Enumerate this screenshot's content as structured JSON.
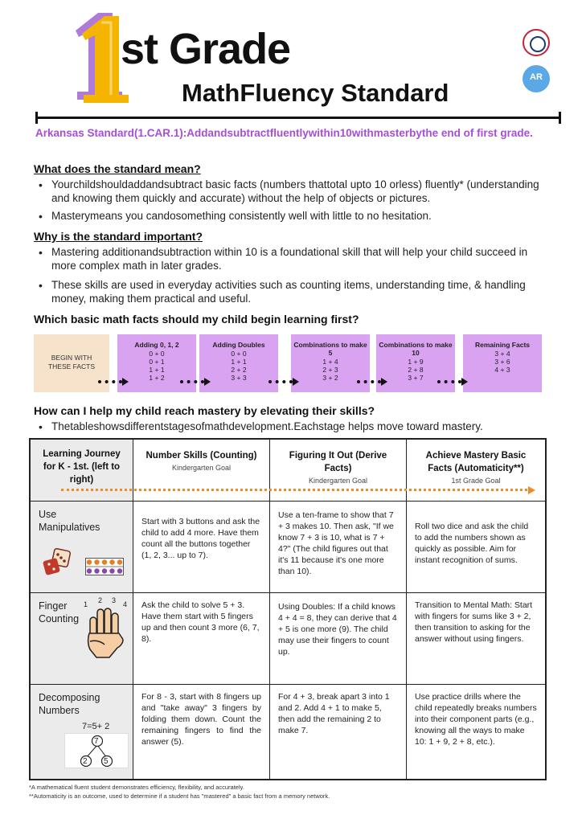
{
  "header": {
    "number": "1",
    "title": "st Grade",
    "subtitle": "MathFluency Standard",
    "badge_ar": "AR"
  },
  "standard": "Arkansas Standard(1.CAR.1):Addandsubtractfluentlywithin10withmasterbythe end of first grade.",
  "sections": {
    "what": {
      "heading": "What does the standard mean?",
      "bullets": [
        "Yourchildshouldaddandsubtract basic facts (numbers thattotal upto 10 orless) fluently* (understanding and knowing them quickly and accurate) without the help of objects or pictures.",
        "Masterymeans you candosomething consistently well with little to no hesitation."
      ]
    },
    "why": {
      "heading": "Why is the standard important?",
      "bullets": [
        "Mastering additionandsubtraction within 10 is a foundational skill that will help your child succeed in more complex math in later grades.",
        "These skills are used in everyday activities such as counting items, understanding time, & handling money, making them practical and useful."
      ]
    },
    "which": {
      "heading": "Which basic math facts should my child begin learning first?"
    },
    "how": {
      "heading": "How can I help my child reach mastery by elevating their skills?",
      "bullet": "Thetableshowsdifferentstagesofmathdevelopment.Eachstage helps move toward mastery."
    }
  },
  "facts": {
    "begin": [
      "BEGIN WITH",
      "THESE FACTS"
    ],
    "boxes": [
      {
        "title": "Adding 0, 1, 2",
        "lines": [
          "0 + 0",
          "0 + 1",
          "1 + 1",
          "1 + 2"
        ]
      },
      {
        "title": "Adding Doubles",
        "lines": [
          "0 + 0",
          "1 + 1",
          "2 + 2",
          "3 + 3"
        ]
      },
      {
        "title": "Combinations to make 5",
        "lines": [
          "1 + 4",
          "2 + 3",
          "3 + 2"
        ]
      },
      {
        "title": "Combinations to make 10",
        "lines": [
          "1 + 9",
          "2 + 8",
          "3 + 7"
        ]
      },
      {
        "title": "Remaining Facts",
        "lines": [
          "3 + 4",
          "3 + 6",
          "4 + 3"
        ]
      }
    ]
  },
  "table": {
    "headers": [
      {
        "title": "Learning Journey for K - 1st. (left to right)",
        "goal": ""
      },
      {
        "title": "Number Skills (Counting)",
        "goal": "Kindergarten Goal"
      },
      {
        "title": "Figuring It Out (Derive Facts)",
        "goal": "Kindergarten Goal"
      },
      {
        "title": "Achieve Mastery Basic Facts (Automaticity**)",
        "goal": "1st Grade Goal"
      }
    ],
    "rows": [
      {
        "label": "Use Manipulatives",
        "cells": [
          "Start with 3 buttons and ask the child to add 4 more. Have them count all the buttons together (1, 2, 3... up to 7).",
          "Use a ten-frame to show that 7 + 3 makes 10. Then ask, \"If we know 7 + 3 is 10, what is 7 + 4?\" (The child figures out that it's 11 because it's one more than 10).",
          "Roll two dice and ask the child to add the numbers shown as quickly as possible. Aim for instant recognition of sums."
        ]
      },
      {
        "label": "Finger Counting",
        "cells": [
          "Ask the child to solve 5 + 3. Have them start with 5 fingers up and then count 3 more (6, 7, 8).",
          "Using Doubles: If a child knows 4 + 4 = 8, they can derive that 4 + 5 is one more (9). The child may use their fingers to count up.",
          "Transition to Mental Math: Start with fingers for sums like 3 + 2, then transition to asking for the answer without using fingers."
        ]
      },
      {
        "label": "Decomposing Numbers",
        "cells": [
          "For 8 - 3, start with 8 fingers up and \"take away\" 3 fingers by folding them down. Count the remaining fingers to find the answer (5).",
          "For 4 + 3, break apart 3 into 1 and 2. Add 4 + 1 to make 5, then add the remaining 2 to make 7.",
          "Use practice drills where the child repeatedly breaks numbers into their component parts (e.g., knowing all the ways to make 10: 1 + 9, 2 + 8, etc.)."
        ]
      }
    ],
    "finger_numbers": [
      "1",
      "2",
      "3",
      "4"
    ],
    "bond": {
      "equation": "7=5+ 2",
      "whole": "7",
      "parts": [
        "2",
        "5"
      ]
    }
  },
  "footnotes": [
    "*A mathematical fluent student demonstrates efficiency, flexibility, and accurately.",
    "**Automaticity is an outcome, used to determine if a student has \"mastered\" a basic fact from a memory network."
  ],
  "colors": {
    "purple": "#a64fd6",
    "fact_box": "#d9a3f2",
    "begin_box": "#f7e3cc",
    "orange": "#f08a24",
    "gold": "#f4b400"
  }
}
